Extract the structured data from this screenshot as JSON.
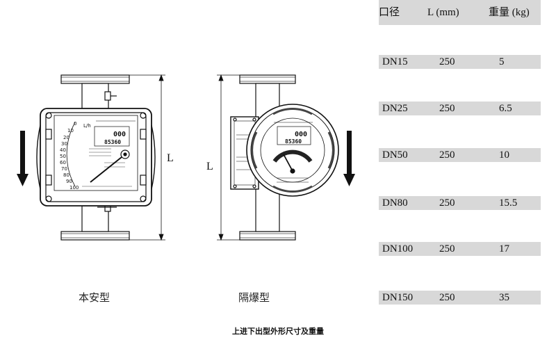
{
  "labels": {
    "left_model": "本安型",
    "right_model": "隔爆型",
    "footer": "上进下出型外形尺寸及重量",
    "dimension_L": "L"
  },
  "dial": {
    "unit": "L/h",
    "scale": [
      "0",
      "10",
      "20",
      "30",
      "40",
      "50",
      "60",
      "70",
      "80",
      "90",
      "100"
    ],
    "lcd_top": "000",
    "lcd_bottom": "85360"
  },
  "table": {
    "headers": [
      "口径",
      "L (mm)",
      "重量  (kg)"
    ],
    "rows": [
      [
        "DN15",
        "250",
        "5"
      ],
      [
        "DN25",
        "250",
        "6.5"
      ],
      [
        "DN50",
        "250",
        "10"
      ],
      [
        "DN80",
        "250",
        "15.5"
      ],
      [
        "DN100",
        "250",
        "17"
      ],
      [
        "DN150",
        "250",
        "35"
      ]
    ]
  }
}
